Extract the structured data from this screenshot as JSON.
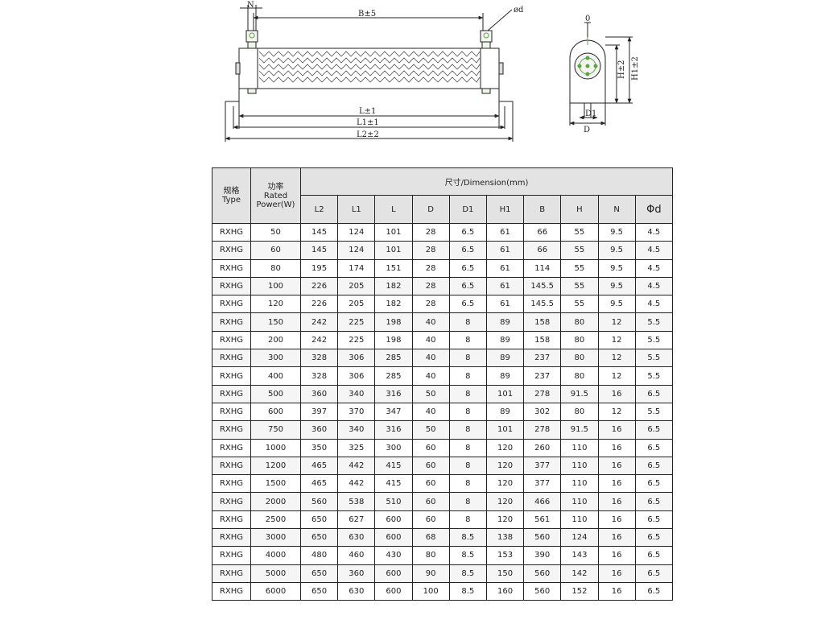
{
  "drawing": {
    "labels": {
      "n": "N",
      "b": "B±5",
      "phi": "ød",
      "l": "L±1",
      "l1": "L1±1",
      "l2": "L2±2",
      "zero": "0",
      "h": "H±2",
      "h1": "H1±2",
      "d1": "D1",
      "d": "D"
    }
  },
  "table": {
    "type_header": "规格\nType",
    "power_header": "功率\nRated\nPower(W)",
    "dimension_header": "尺寸/Dimension(mm)",
    "dimension_columns": [
      "L2",
      "L1",
      "L",
      "D",
      "D1",
      "H1",
      "B",
      "H",
      "N",
      "Φd"
    ],
    "rows": [
      [
        "RXHG",
        "50",
        "145",
        "124",
        "101",
        "28",
        "6.5",
        "61",
        "66",
        "55",
        "9.5",
        "4.5"
      ],
      [
        "RXHG",
        "60",
        "145",
        "124",
        "101",
        "28",
        "6.5",
        "61",
        "66",
        "55",
        "9.5",
        "4.5"
      ],
      [
        "RXHG",
        "80",
        "195",
        "174",
        "151",
        "28",
        "6.5",
        "61",
        "114",
        "55",
        "9.5",
        "4.5"
      ],
      [
        "RXHG",
        "100",
        "226",
        "205",
        "182",
        "28",
        "6.5",
        "61",
        "145.5",
        "55",
        "9.5",
        "4.5"
      ],
      [
        "RXHG",
        "120",
        "226",
        "205",
        "182",
        "28",
        "6.5",
        "61",
        "145.5",
        "55",
        "9.5",
        "4.5"
      ],
      [
        "RXHG",
        "150",
        "242",
        "225",
        "198",
        "40",
        "8",
        "89",
        "158",
        "80",
        "12",
        "5.5"
      ],
      [
        "RXHG",
        "200",
        "242",
        "225",
        "198",
        "40",
        "8",
        "89",
        "158",
        "80",
        "12",
        "5.5"
      ],
      [
        "RXHG",
        "300",
        "328",
        "306",
        "285",
        "40",
        "8",
        "89",
        "237",
        "80",
        "12",
        "5.5"
      ],
      [
        "RXHG",
        "400",
        "328",
        "306",
        "285",
        "40",
        "8",
        "89",
        "237",
        "80",
        "12",
        "5.5"
      ],
      [
        "RXHG",
        "500",
        "360",
        "340",
        "316",
        "50",
        "8",
        "101",
        "278",
        "91.5",
        "16",
        "6.5"
      ],
      [
        "RXHG",
        "600",
        "397",
        "370",
        "347",
        "40",
        "8",
        "89",
        "302",
        "80",
        "12",
        "5.5"
      ],
      [
        "RXHG",
        "750",
        "360",
        "340",
        "316",
        "50",
        "8",
        "101",
        "278",
        "91.5",
        "16",
        "6.5"
      ],
      [
        "RXHG",
        "1000",
        "350",
        "325",
        "300",
        "60",
        "8",
        "120",
        "260",
        "110",
        "16",
        "6.5"
      ],
      [
        "RXHG",
        "1200",
        "465",
        "442",
        "415",
        "60",
        "8",
        "120",
        "377",
        "110",
        "16",
        "6.5"
      ],
      [
        "RXHG",
        "1500",
        "465",
        "442",
        "415",
        "60",
        "8",
        "120",
        "377",
        "110",
        "16",
        "6.5"
      ],
      [
        "RXHG",
        "2000",
        "560",
        "538",
        "510",
        "60",
        "8",
        "120",
        "466",
        "110",
        "16",
        "6.5"
      ],
      [
        "RXHG",
        "2500",
        "650",
        "627",
        "600",
        "60",
        "8",
        "120",
        "561",
        "110",
        "16",
        "6.5"
      ],
      [
        "RXHG",
        "3000",
        "650",
        "630",
        "600",
        "68",
        "8.5",
        "138",
        "560",
        "124",
        "16",
        "6.5"
      ],
      [
        "RXHG",
        "4000",
        "480",
        "460",
        "430",
        "80",
        "8.5",
        "153",
        "390",
        "143",
        "16",
        "6.5"
      ],
      [
        "RXHG",
        "5000",
        "650",
        "360",
        "600",
        "90",
        "8.5",
        "150",
        "560",
        "142",
        "16",
        "6.5"
      ],
      [
        "RXHG",
        "6000",
        "650",
        "630",
        "600",
        "100",
        "8.5",
        "160",
        "560",
        "152",
        "16",
        "6.5"
      ]
    ]
  }
}
